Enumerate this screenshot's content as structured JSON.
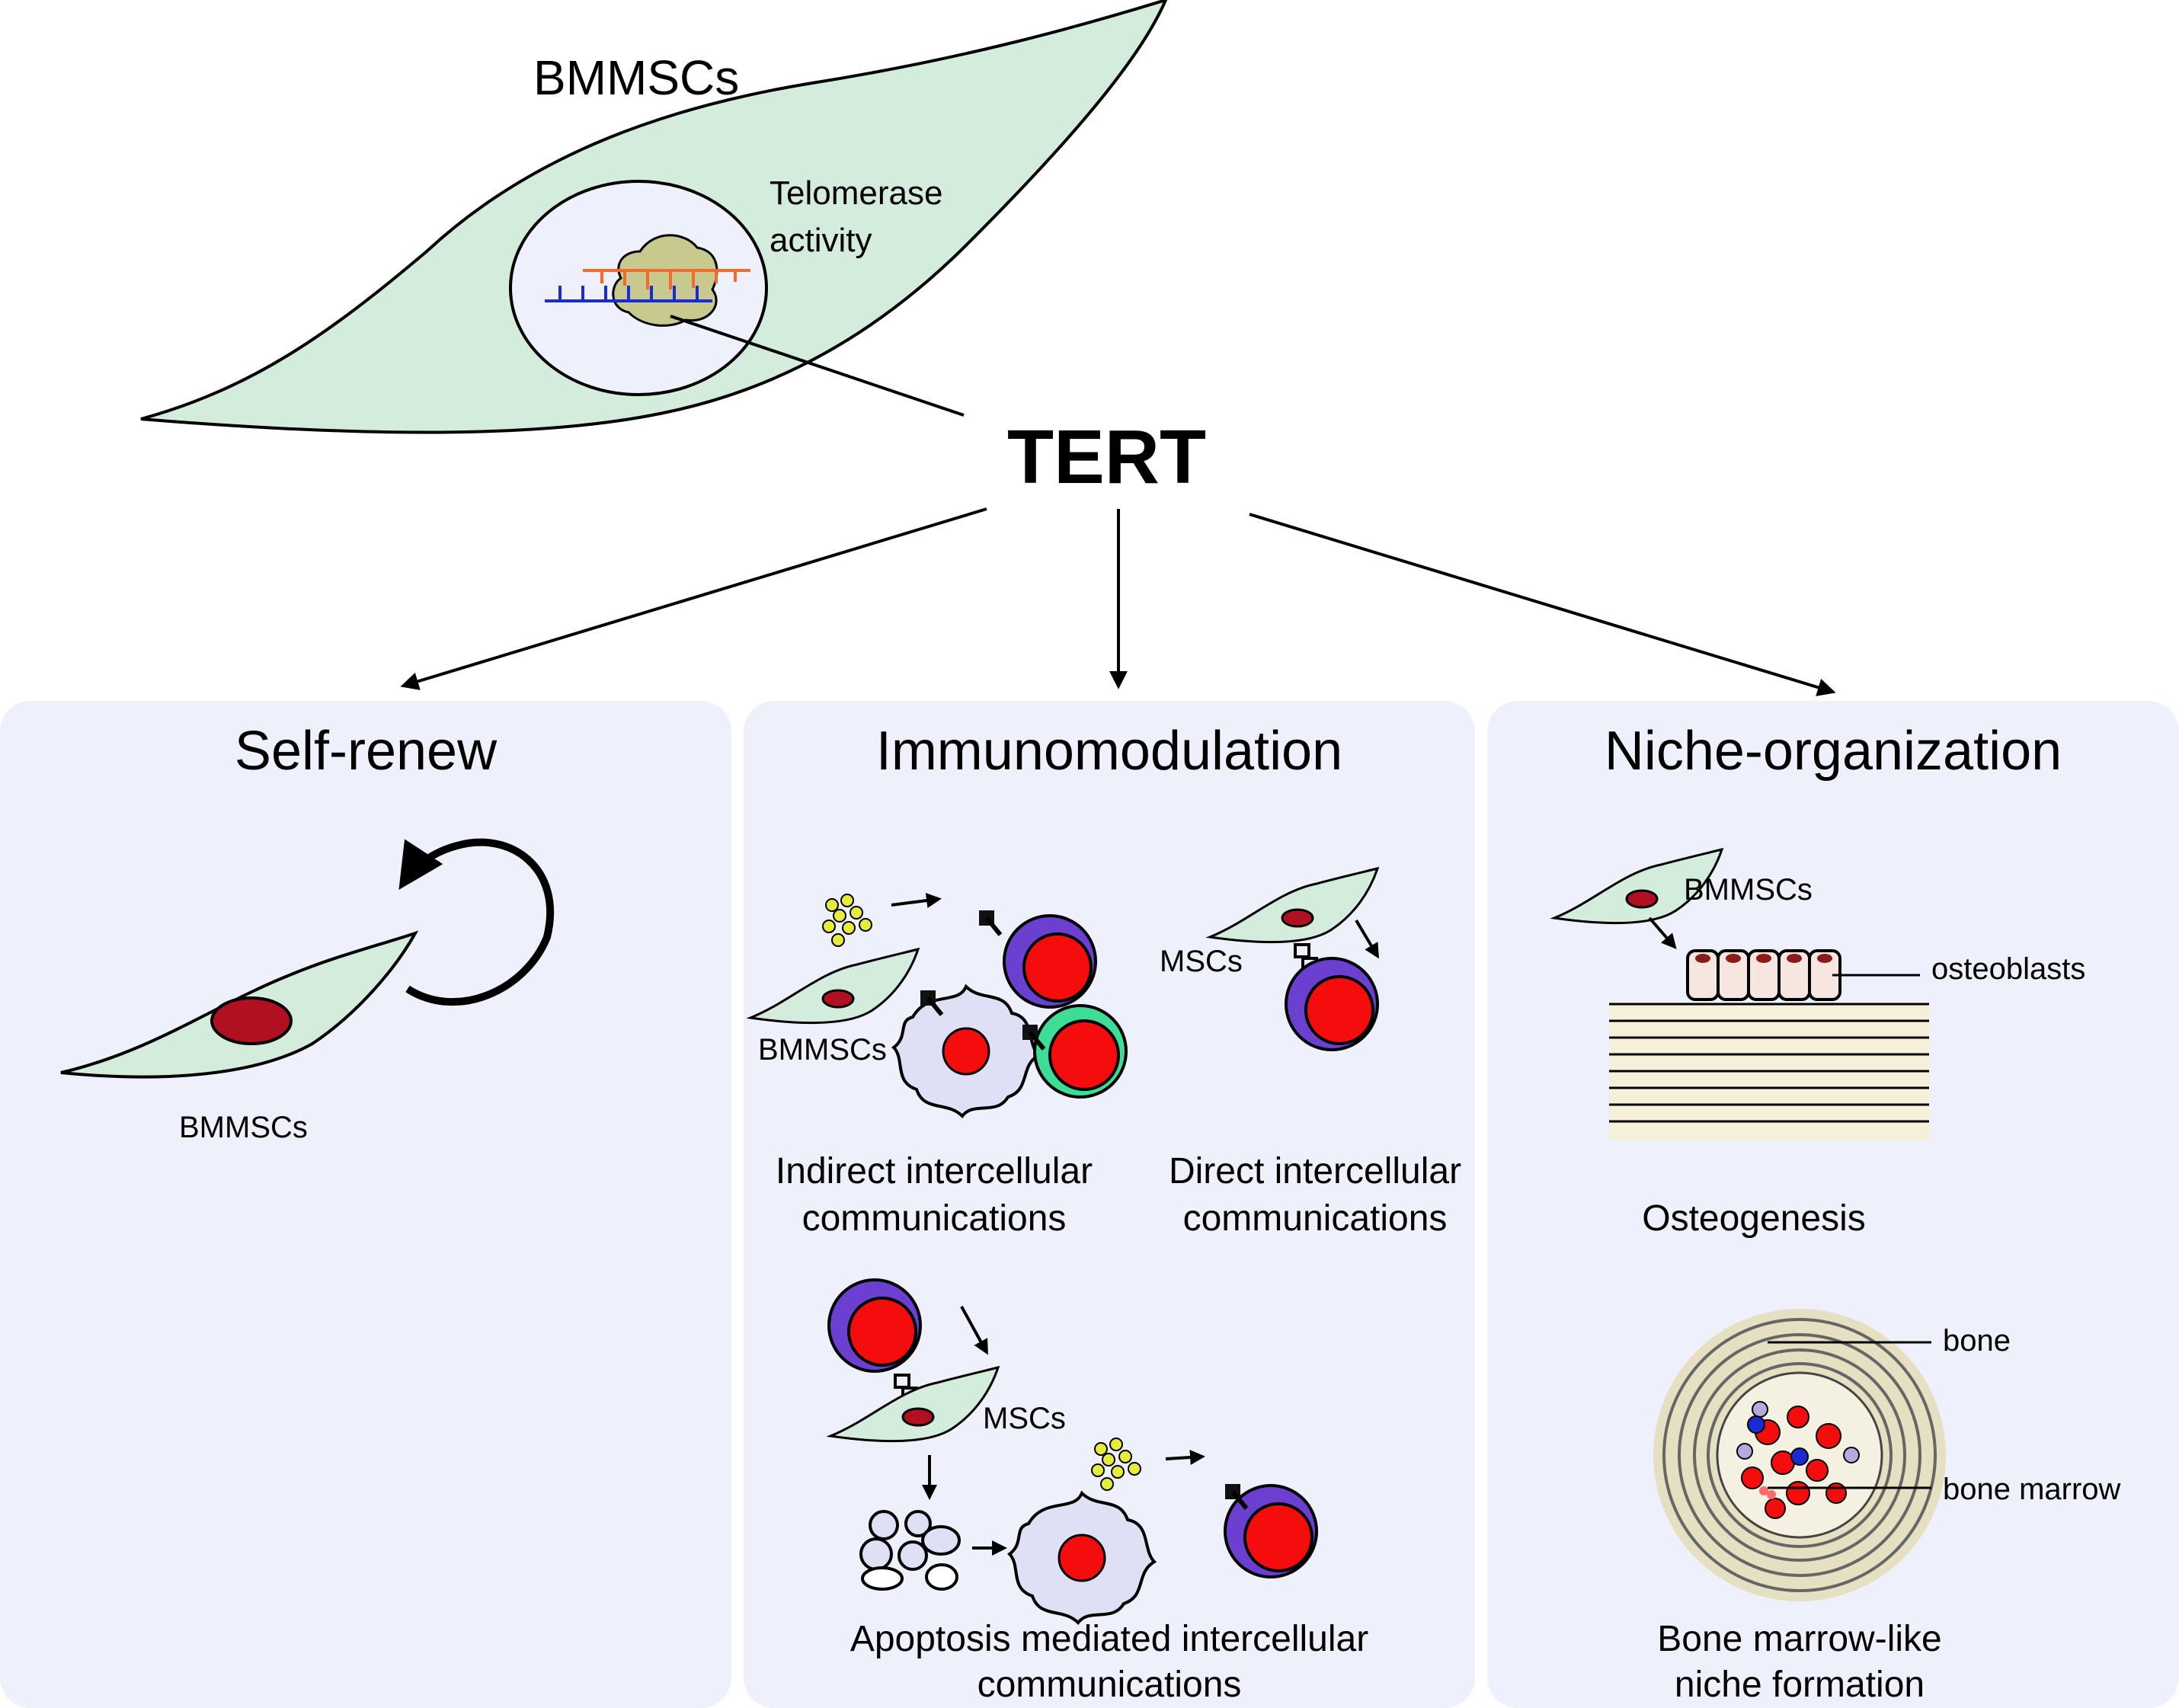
{
  "top": {
    "cell_label": "BMMSCs",
    "enzyme_label_line1": "Telomerase",
    "enzyme_label_line2": "activity",
    "central_label": "TERT"
  },
  "panels": [
    {
      "title": "Self-renew",
      "cell_label": "BMMSCs"
    },
    {
      "title": "Immunomodulation",
      "indirect": {
        "cell_label": "BMMSCs",
        "caption_line1": "Indirect intercellular",
        "caption_line2": "communications"
      },
      "direct": {
        "cell_label": "MSCs",
        "caption_line1": "Direct intercellular",
        "caption_line2": "communications"
      },
      "apoptosis": {
        "cell_label": "MSCs",
        "caption_line1": "Apoptosis mediated intercellular",
        "caption_line2": "communications"
      }
    },
    {
      "title": "Niche-organization",
      "osteo": {
        "cell_label": "BMMSCs",
        "osteoblast_label": "osteoblasts",
        "caption": "Osteogenesis"
      },
      "niche": {
        "bone_label": "bone",
        "marrow_label": "bone marrow",
        "caption_line1": "Bone marrow-like",
        "caption_line2": "niche formation"
      }
    }
  ],
  "colors": {
    "panel_bg": "#eef1fc",
    "cell_fill": "#d4ecdc",
    "nucleus_fill": "#b0101f",
    "tcell_outer": "#6b3fd0",
    "tcell_inner": "#f50d0d",
    "green_ring": "#3ddc97",
    "dendritic_fill": "#dfe0f5",
    "enzyme_fill": "#c8c98e",
    "rna_strand": "#f26b2a",
    "dna_strand": "#1a2bd1",
    "bone_fill": "#f7f0d8",
    "marrow_fill": "#e6e0c2"
  }
}
